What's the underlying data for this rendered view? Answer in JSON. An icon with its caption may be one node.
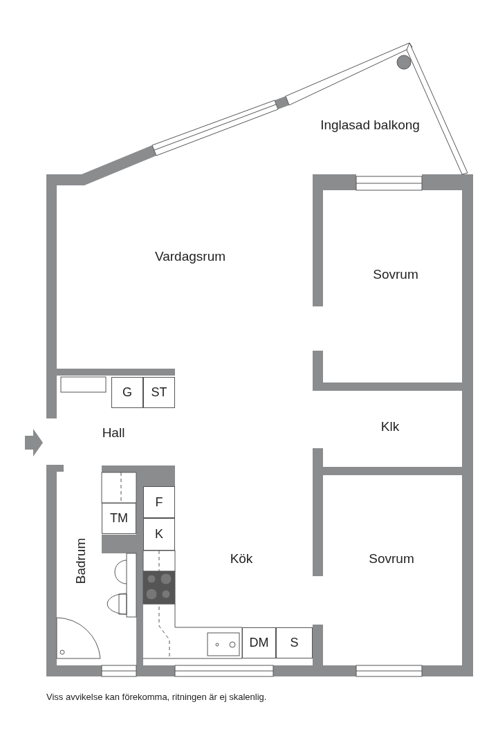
{
  "diagram": {
    "caption": "Viss avvikelse kan förekomma, ritningen är ej skalenlig.",
    "nodes": [
      {
        "text": [
          "G"
        ]
      },
      {
        "text": [
          "ST"
        ]
      },
      {
        "text": [
          "TM"
        ]
      },
      {
        "text": [
          "F"
        ]
      },
      {
        "text": [
          "K"
        ]
      },
      {
        "text": [
          "DM"
        ]
      },
      {
        "text": [
          "S"
        ]
      }
    ],
    "edges": [],
    "labels": [
      "Inglasad balkong",
      "Vardagsrum",
      "Sovrum",
      "Hall",
      "Klk",
      "Badrum",
      "Kök",
      "Sovrum"
    ]
  }
}
